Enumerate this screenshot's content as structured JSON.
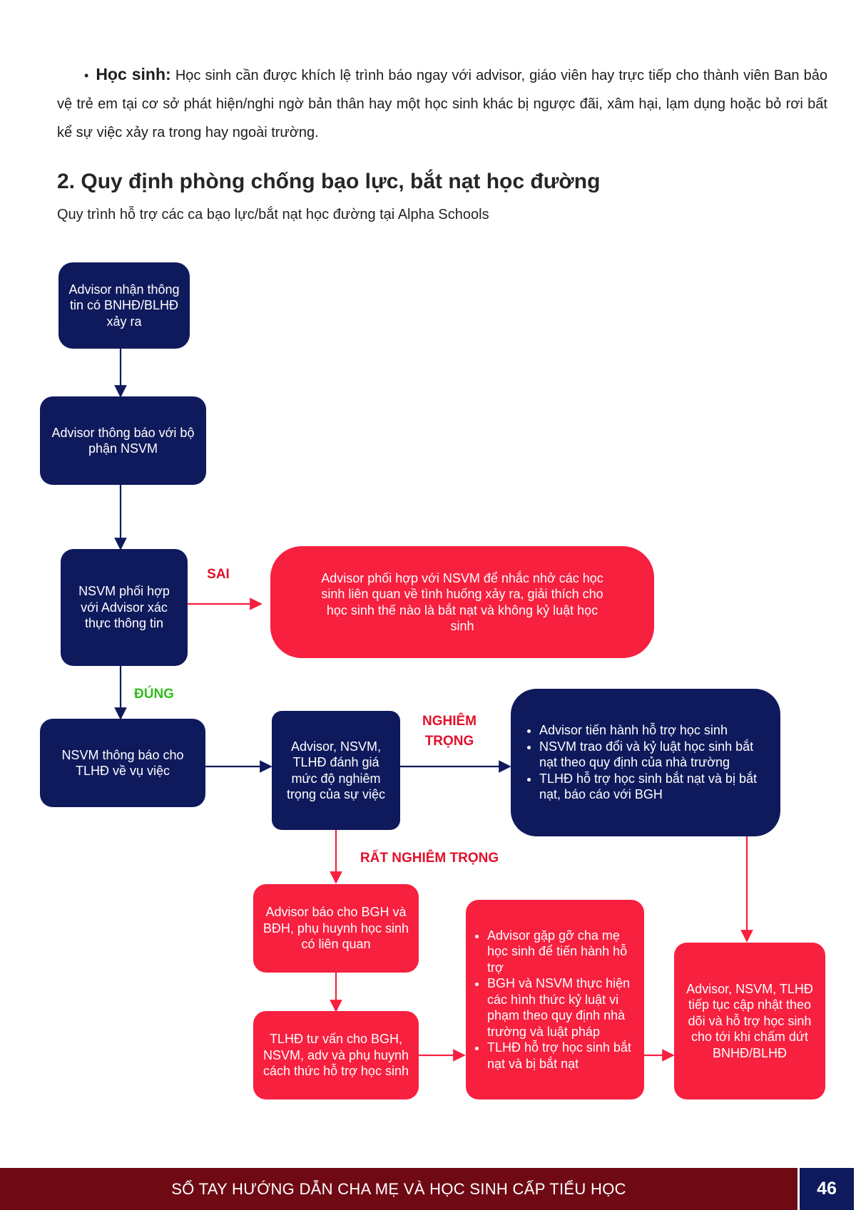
{
  "intro": {
    "bullet": "•",
    "lead": "Học sinh:",
    "text": " Học sinh cần được khích lệ trình báo ngay với advisor, giáo viên hay trực tiếp cho thành viên Ban bảo vệ trẻ em tại cơ sở phát hiện/nghi ngờ bản thân hay một học sinh khác bị ngược đãi, xâm hại, lạm dụng hoặc bỏ rơi bất kể sự việc xảy ra trong hay ngoài trường."
  },
  "section": {
    "title": "2.  Quy định phòng chống bạo lực, bắt nạt học đường",
    "subtitle": "Quy trình hỗ trợ các ca bạo lực/bắt nạt học đường tại Alpha Schools"
  },
  "flow": {
    "colors": {
      "navy": "#0f1a5c",
      "red": "#f7203f",
      "label_red": "#e2102a",
      "label_green": "#33bb1f"
    },
    "box1": "Advisor nhận thông tin có BNHĐ/BLHĐ xảy ra",
    "box2": "Advisor thông báo với bộ phận NSVM",
    "box3": "NSVM phối hợp với Advisor xác thực thông tin",
    "box_false": "Advisor phối hợp với NSVM để nhắc nhở các học sinh liên quan về tình huống xảy ra, giải thích cho học sinh thế nào là bắt nạt và không kỷ luật học sinh",
    "box4": "NSVM thông báo cho TLHĐ về vụ việc",
    "box5": "Advisor, NSVM, TLHĐ đánh giá mức độ nghiêm trọng của sự việc",
    "box_serious": [
      "Advisor tiến hành hỗ trợ học sinh",
      "NSVM trao đổi và kỷ luật học sinh bắt nạt theo quy định của nhà trường",
      "TLHĐ hỗ trợ học sinh bắt nạt và bị bắt nạt, báo cáo với BGH"
    ],
    "box6": "Advisor báo cho BGH và BĐH, phụ huynh học sinh có liên quan",
    "box7": "TLHĐ tư vấn cho BGH, NSVM, adv và phụ huynh cách thức hỗ trợ học sinh",
    "box_action": [
      "Advisor gặp gỡ cha mẹ học sinh để tiến hành hỗ trợ",
      "BGH và NSVM thực hiện các hình thức kỷ luật vi phạm theo quy định nhà trường và luật pháp",
      "TLHĐ hỗ trợ học sinh bắt nạt và bị bắt nạt"
    ],
    "box_final": "Advisor, NSVM, TLHĐ tiếp tục cập nhật theo dõi và hỗ trợ học sinh cho tới khi chấm dứt BNHĐ/BLHĐ",
    "label_false": "SAI",
    "label_true": "ĐÚNG",
    "label_serious": "NGHIÊM TRỌNG",
    "label_very_serious": "RẤT NGHIÊM TRỌNG"
  },
  "footer": {
    "title": "SỔ TAY HƯỚNG DẪN CHA MẸ VÀ HỌC SINH CẤP TIỂU HỌC",
    "page_number": "46"
  }
}
